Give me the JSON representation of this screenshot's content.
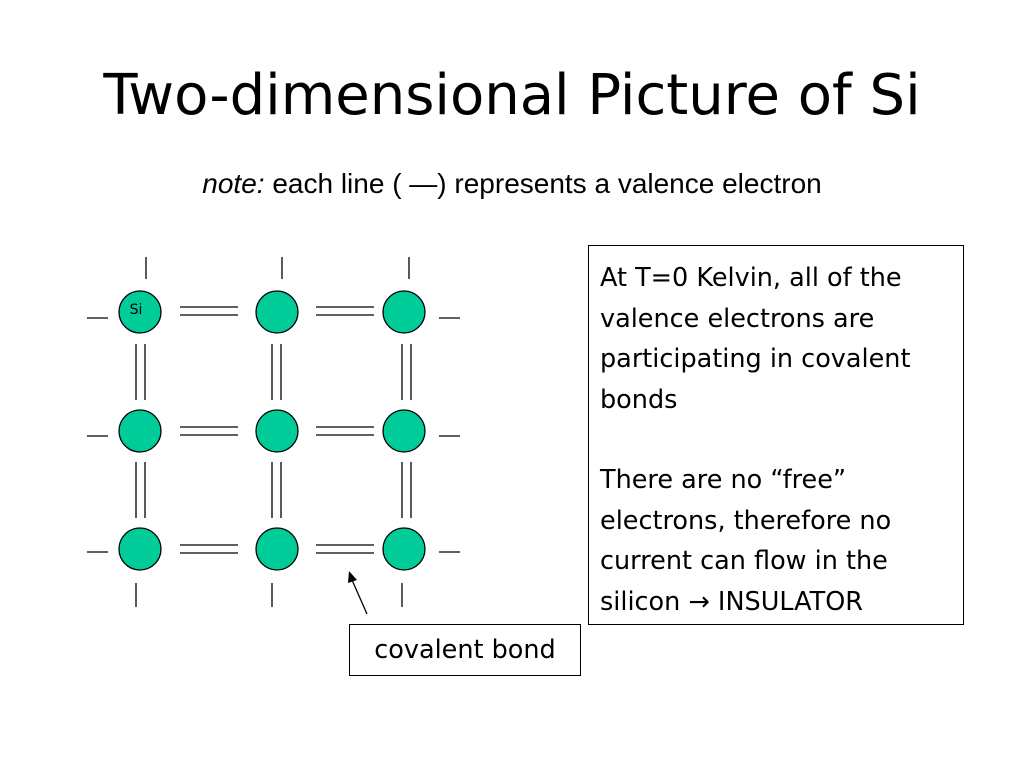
{
  "slide": {
    "title": "Two-dimensional Picture of Si",
    "note_label": "note:",
    "note_text": " each line ( —) represents a valence electron"
  },
  "diagram": {
    "atom_label": "Si",
    "atom_color": "#00cc99",
    "bond_label": "covalent bond"
  },
  "info_box": {
    "paragraph_1": "At T=0 Kelvin, all of the valence electrons are participating in covalent bonds",
    "paragraph_2_text": "There are no “free” electrons, therefore no current can flow in the silicon ",
    "paragraph_2_arrow": "→",
    "paragraph_2_end": " INSULATOR"
  }
}
